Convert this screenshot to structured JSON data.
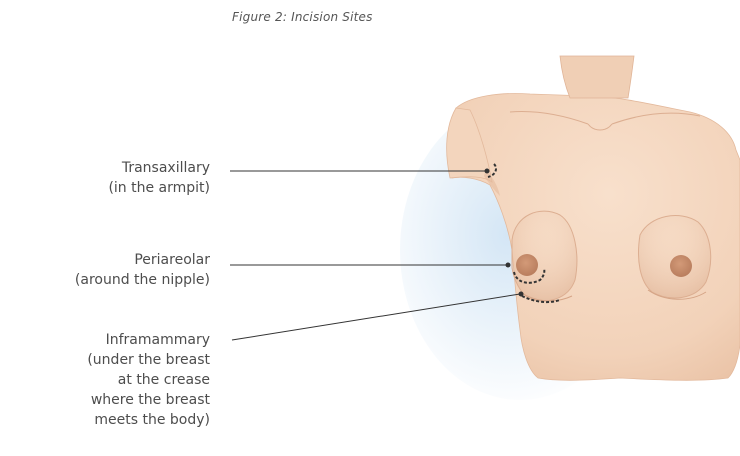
{
  "figure": {
    "caption": "Figure 2: Incision Sites"
  },
  "labels": {
    "transaxillary": {
      "title": "Transaxillary",
      "desc_lines": [
        "(in the armpit)"
      ]
    },
    "periareolar": {
      "title": "Periareolar",
      "desc_lines": [
        "(around the nipple)"
      ]
    },
    "inframammary": {
      "title": "Inframammary",
      "desc_lines": [
        "(under the breast",
        "at the crease",
        "where the breast",
        "meets the body)"
      ]
    }
  },
  "colors": {
    "skin": "#f5d9c3",
    "skin_shadow": "#e8bfa2",
    "areola": "#c98f6e",
    "background_glow": "#cfe3f4",
    "leader_line": "#333333"
  }
}
